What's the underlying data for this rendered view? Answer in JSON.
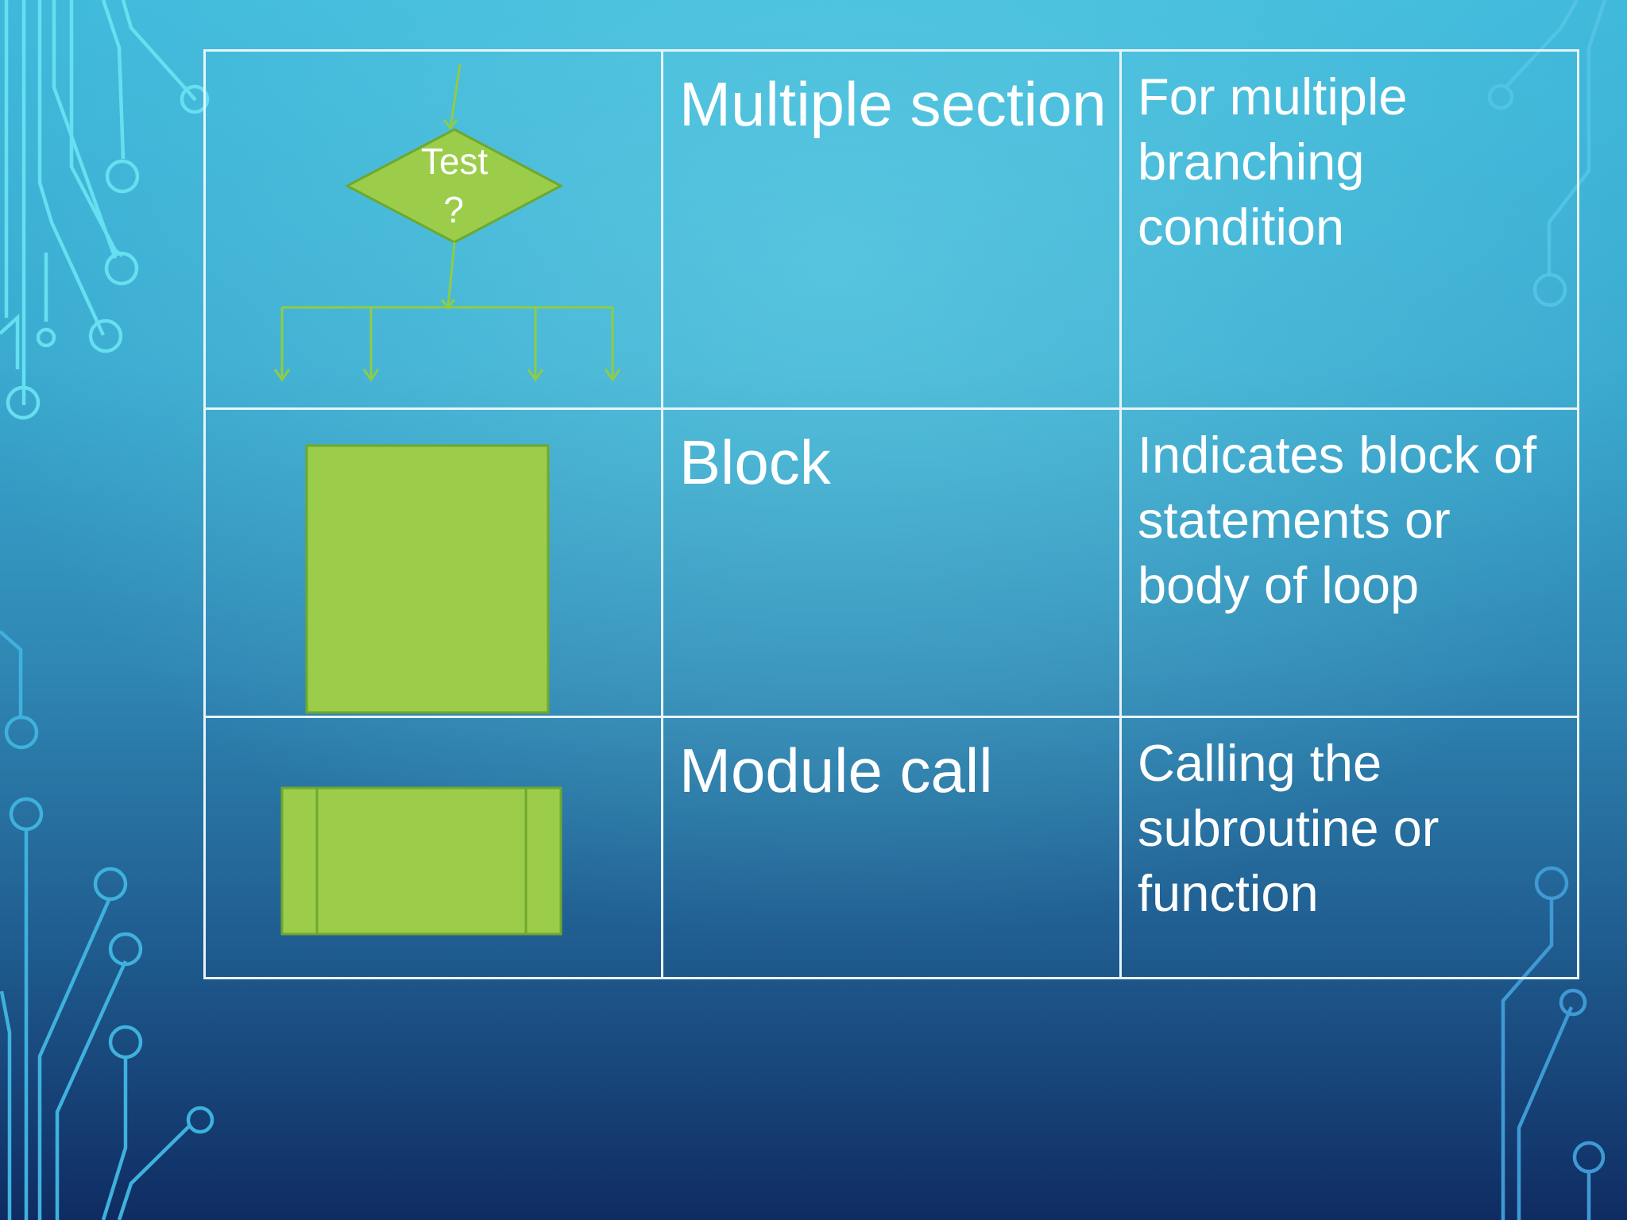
{
  "colors": {
    "symbol_fill": "#9bcd4b",
    "symbol_stroke": "#6ea82e",
    "connector": "#8fcc46",
    "grid_line": "#e8f4fa",
    "circuit_line": "#66dff0"
  },
  "rows": [
    {
      "symbol": "multiple-branch-decision",
      "symbol_label_1": "Test",
      "symbol_label_2": "?",
      "name": "Multiple section",
      "description": "For multiple branching condition"
    },
    {
      "symbol": "block-rectangle",
      "name": "Block",
      "description": "Indicates block of statements or body of loop"
    },
    {
      "symbol": "predefined-process",
      "name": "Module call",
      "description": "Calling the subroutine or function"
    }
  ]
}
